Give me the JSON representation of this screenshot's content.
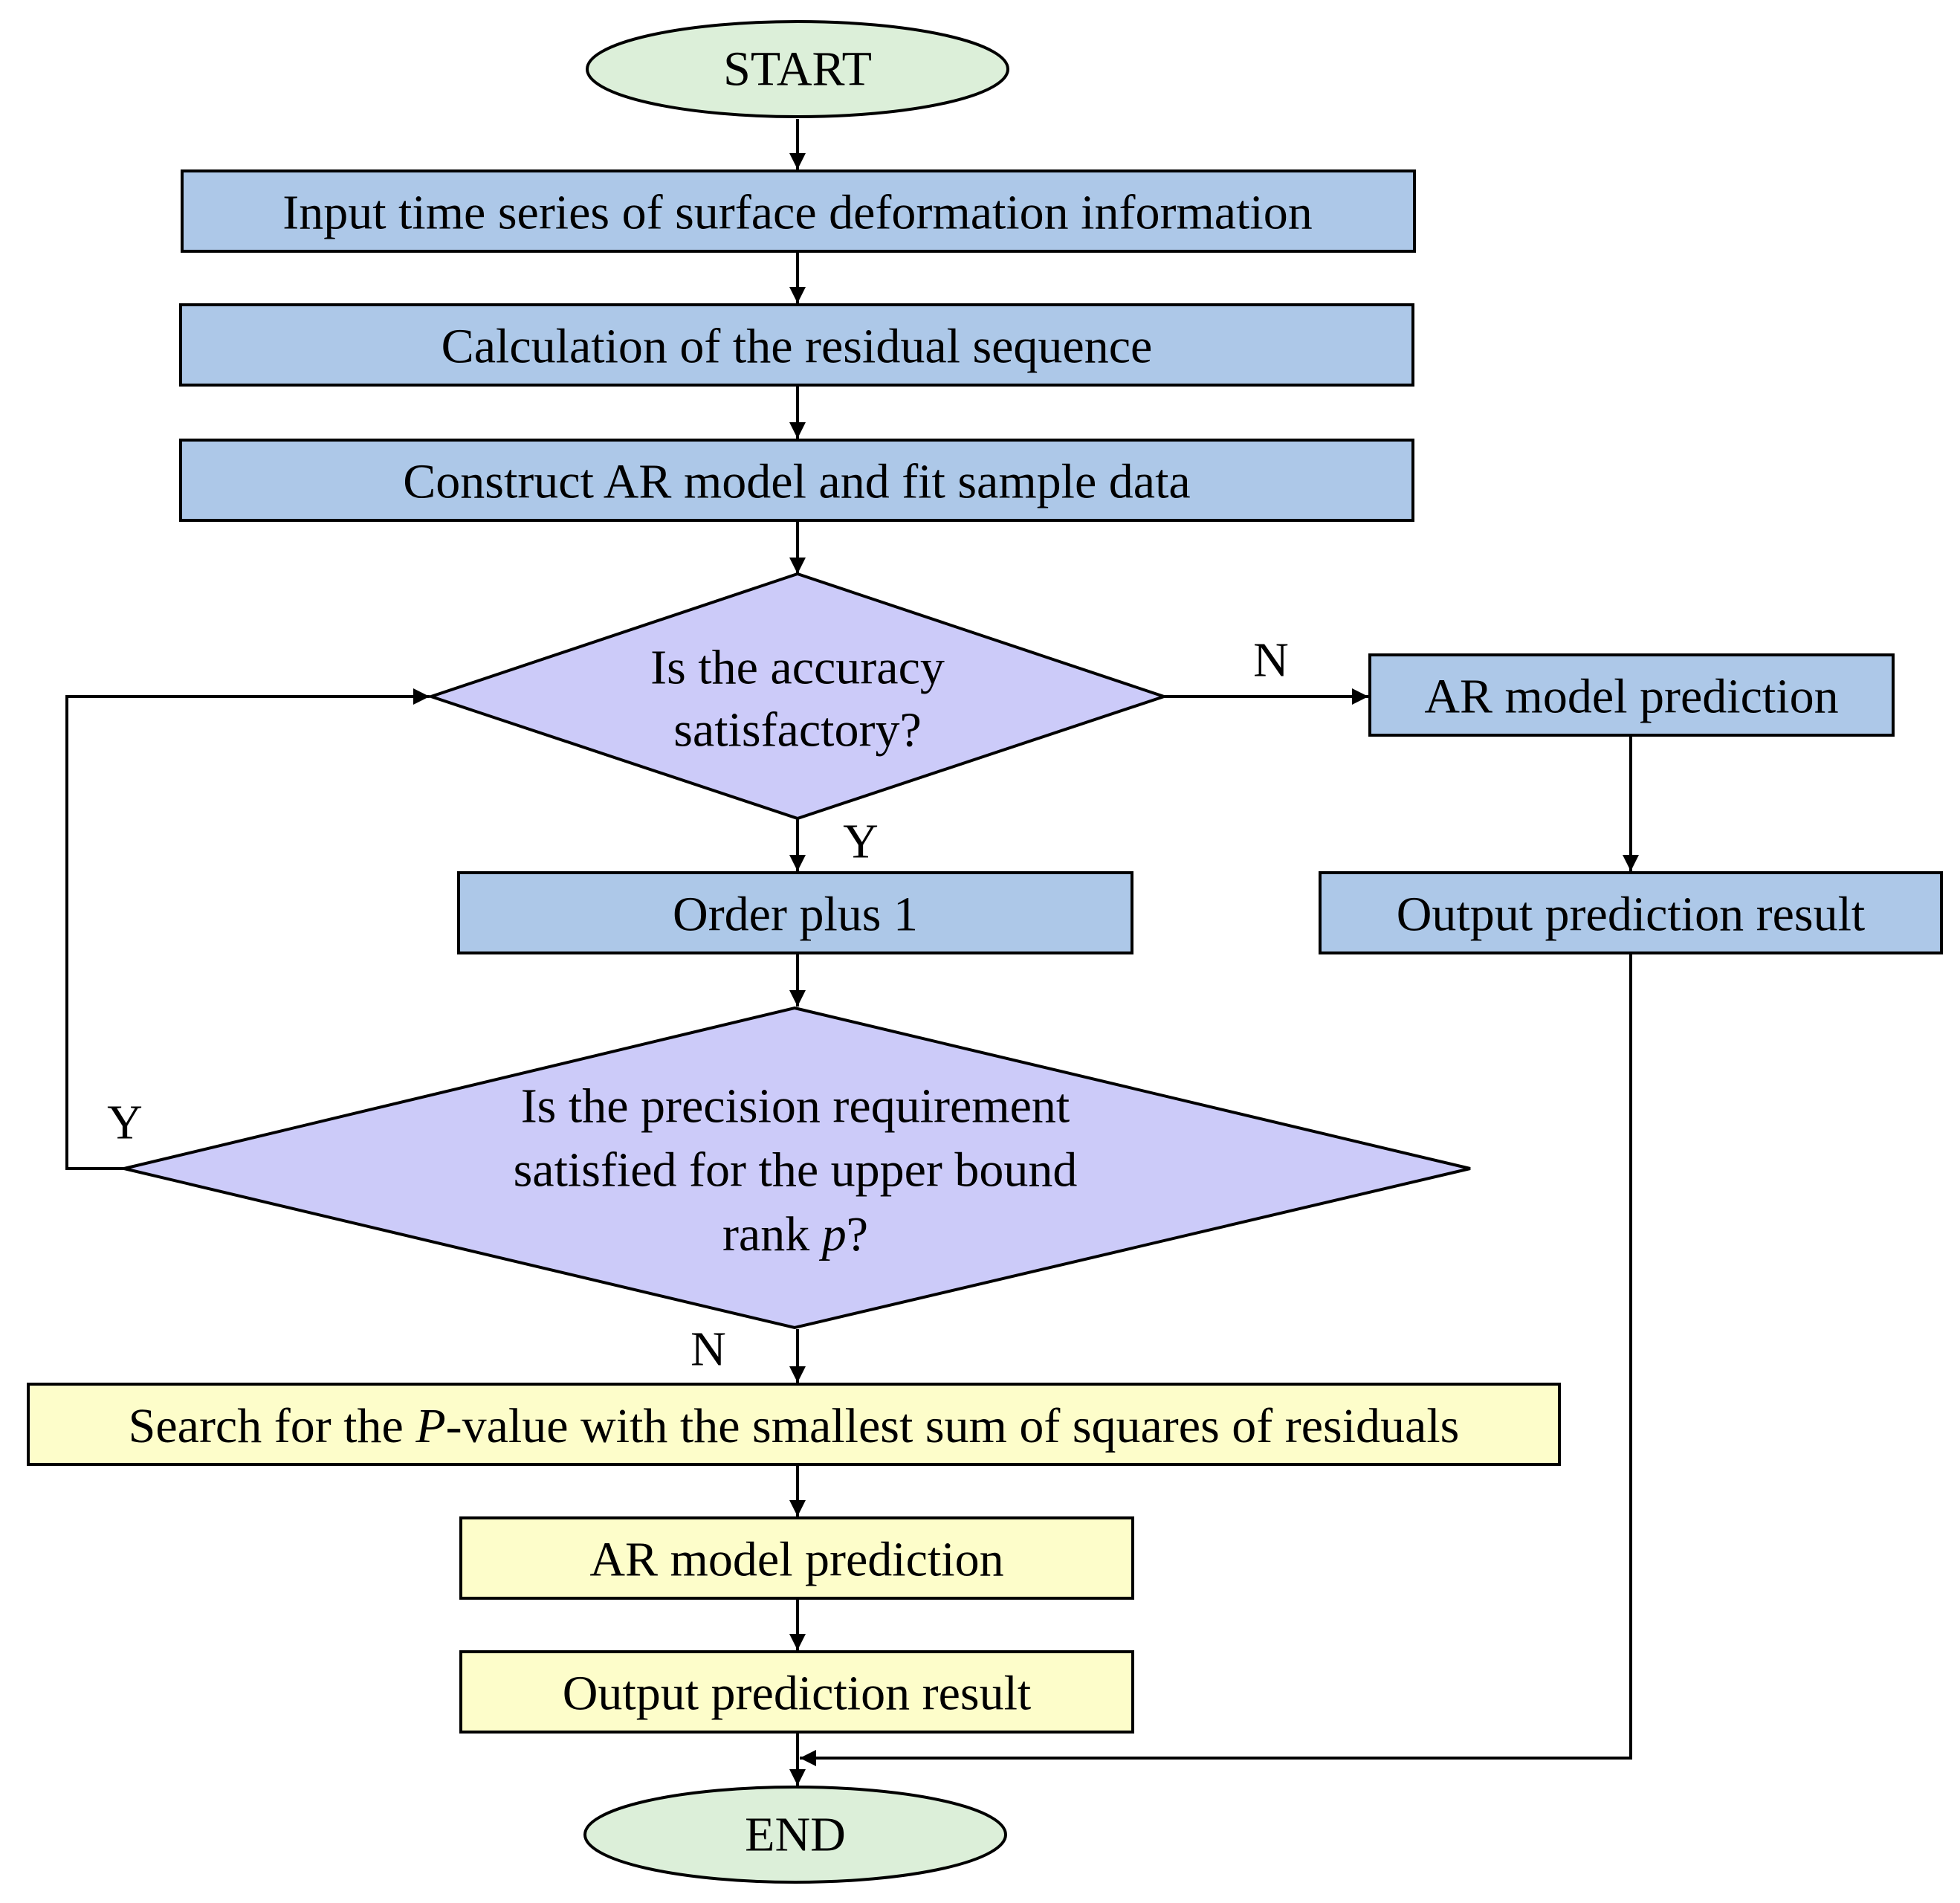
{
  "colors": {
    "terminal": "#dcefd9",
    "process_blue": "#adc8e8",
    "decision": "#cccbf9",
    "process_yellow": "#fdfdca",
    "line": "#000000"
  },
  "nodes": {
    "start": {
      "label": "START"
    },
    "input": {
      "label": "Input time series of surface deformation information"
    },
    "residual": {
      "label": "Calculation of the residual sequence"
    },
    "construct": {
      "label": "Construct AR model and fit sample data"
    },
    "accuracy": {
      "line1": "Is the accuracy",
      "line2": "satisfactory?"
    },
    "ar_pred_right": {
      "label": "AR model prediction"
    },
    "output_right": {
      "label": "Output prediction result"
    },
    "order": {
      "label": "Order plus 1"
    },
    "precision": {
      "line1": "Is the precision requirement",
      "line2": "satisfied for the upper bound",
      "line3_prefix": "rank ",
      "line3_var": "p",
      "line3_suffix": "?"
    },
    "search": {
      "prefix": "Search for the ",
      "var": "P",
      "suffix": "-value with the smallest sum of squares of residuals"
    },
    "ar_pred_bottom": {
      "label": "AR model prediction"
    },
    "output_bottom": {
      "label": "Output prediction result"
    },
    "end": {
      "label": "END"
    }
  },
  "edge_labels": {
    "accuracy_no": "N",
    "accuracy_yes": "Y",
    "precision_yes": "Y",
    "precision_no": "N"
  }
}
